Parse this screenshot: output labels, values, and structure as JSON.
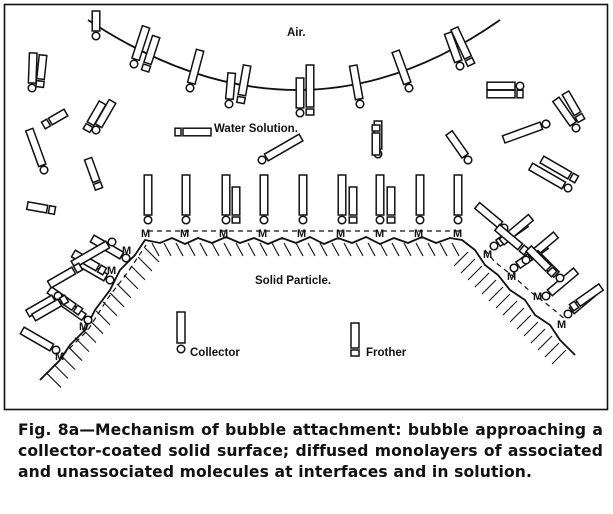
{
  "labels": {
    "air": "Air.",
    "water": "Water Solution.",
    "particle": "Solid Particle.",
    "collector": "Collector",
    "frother": "Frother",
    "monolayer_mark": "M"
  },
  "caption": "Fig. 8a—Mechanism of bubble attachment: bubble approaching a collector-coated solid surface; diffused monolayers of associated and unassociated molecules at interfaces and in solution."
}
